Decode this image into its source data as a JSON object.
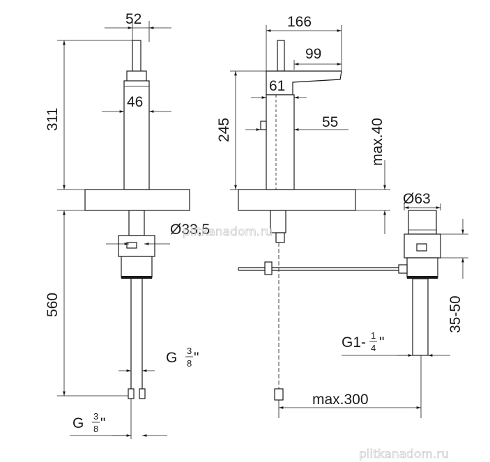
{
  "dimensions": {
    "d52": "52",
    "d46": "46",
    "d311": "311",
    "d560": "560",
    "d_g38_left_main": "G",
    "d_g38_left_num": "3",
    "d_g38_left_den": "8",
    "d_g38_left_unit": "\"",
    "d_g38_bottom_main": "G",
    "d_g38_bottom_num": "3",
    "d_g38_bottom_den": "8",
    "d_g38_bottom_unit": "\"",
    "d_d335": "Ø33,5",
    "d166": "166",
    "d99": "99",
    "d61": "61",
    "d245": "245",
    "d55": "55",
    "dmax40": "max.40",
    "d_d63": "Ø63",
    "d3550": "35-50",
    "d_g1_main": "G1-",
    "d_g1_num": "1",
    "d_g1_den": "4",
    "d_g1_unit": "\"",
    "dmax300": "max.300"
  },
  "watermarks": {
    "center": "plitkanadom.ru",
    "bottom": "plitkanadom.ru"
  }
}
